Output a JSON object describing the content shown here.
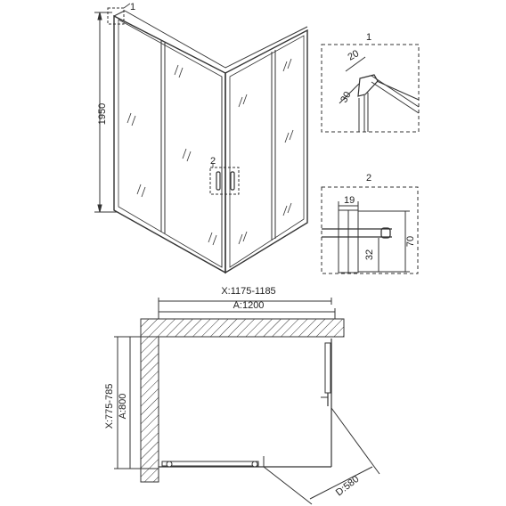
{
  "perspective": {
    "height_label": "1950",
    "callout_1": "1",
    "callout_2": "2"
  },
  "detail_1": {
    "number": "1",
    "dim_a": "20",
    "dim_b": "30"
  },
  "detail_2": {
    "number": "2",
    "dim_width": "19",
    "dim_height": "70",
    "dim_profile": "32"
  },
  "plan": {
    "x_range": "X:1175-1185",
    "a_width": "A:1200",
    "x_depth": "X:775-785",
    "a_depth": "A:800",
    "d_door": "D:580"
  }
}
